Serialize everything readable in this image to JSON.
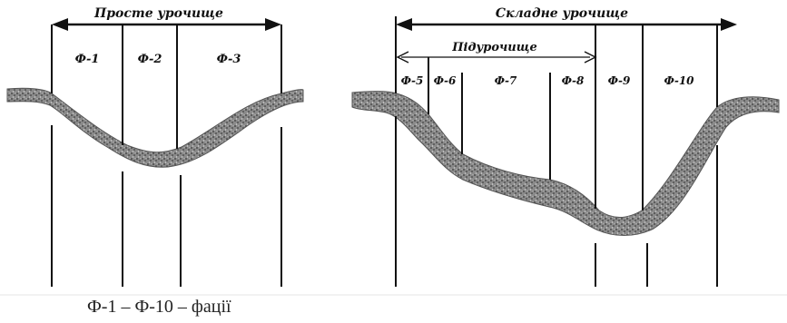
{
  "simple": {
    "title": "Просте урочище",
    "facies": [
      "Ф-1",
      "Ф-2",
      "Ф-3"
    ]
  },
  "complex": {
    "title": "Складне урочище",
    "sub_title": "Підурочище",
    "facies": [
      "Ф-5",
      "Ф-6",
      "Ф-7",
      "Ф-8",
      "Ф-9",
      "Ф-10"
    ]
  },
  "caption": "Ф-1 – Ф-10 – фації",
  "colors": {
    "line": "#111111",
    "ground": "#6f6f6f",
    "ground_dark": "#3a3a3a"
  }
}
